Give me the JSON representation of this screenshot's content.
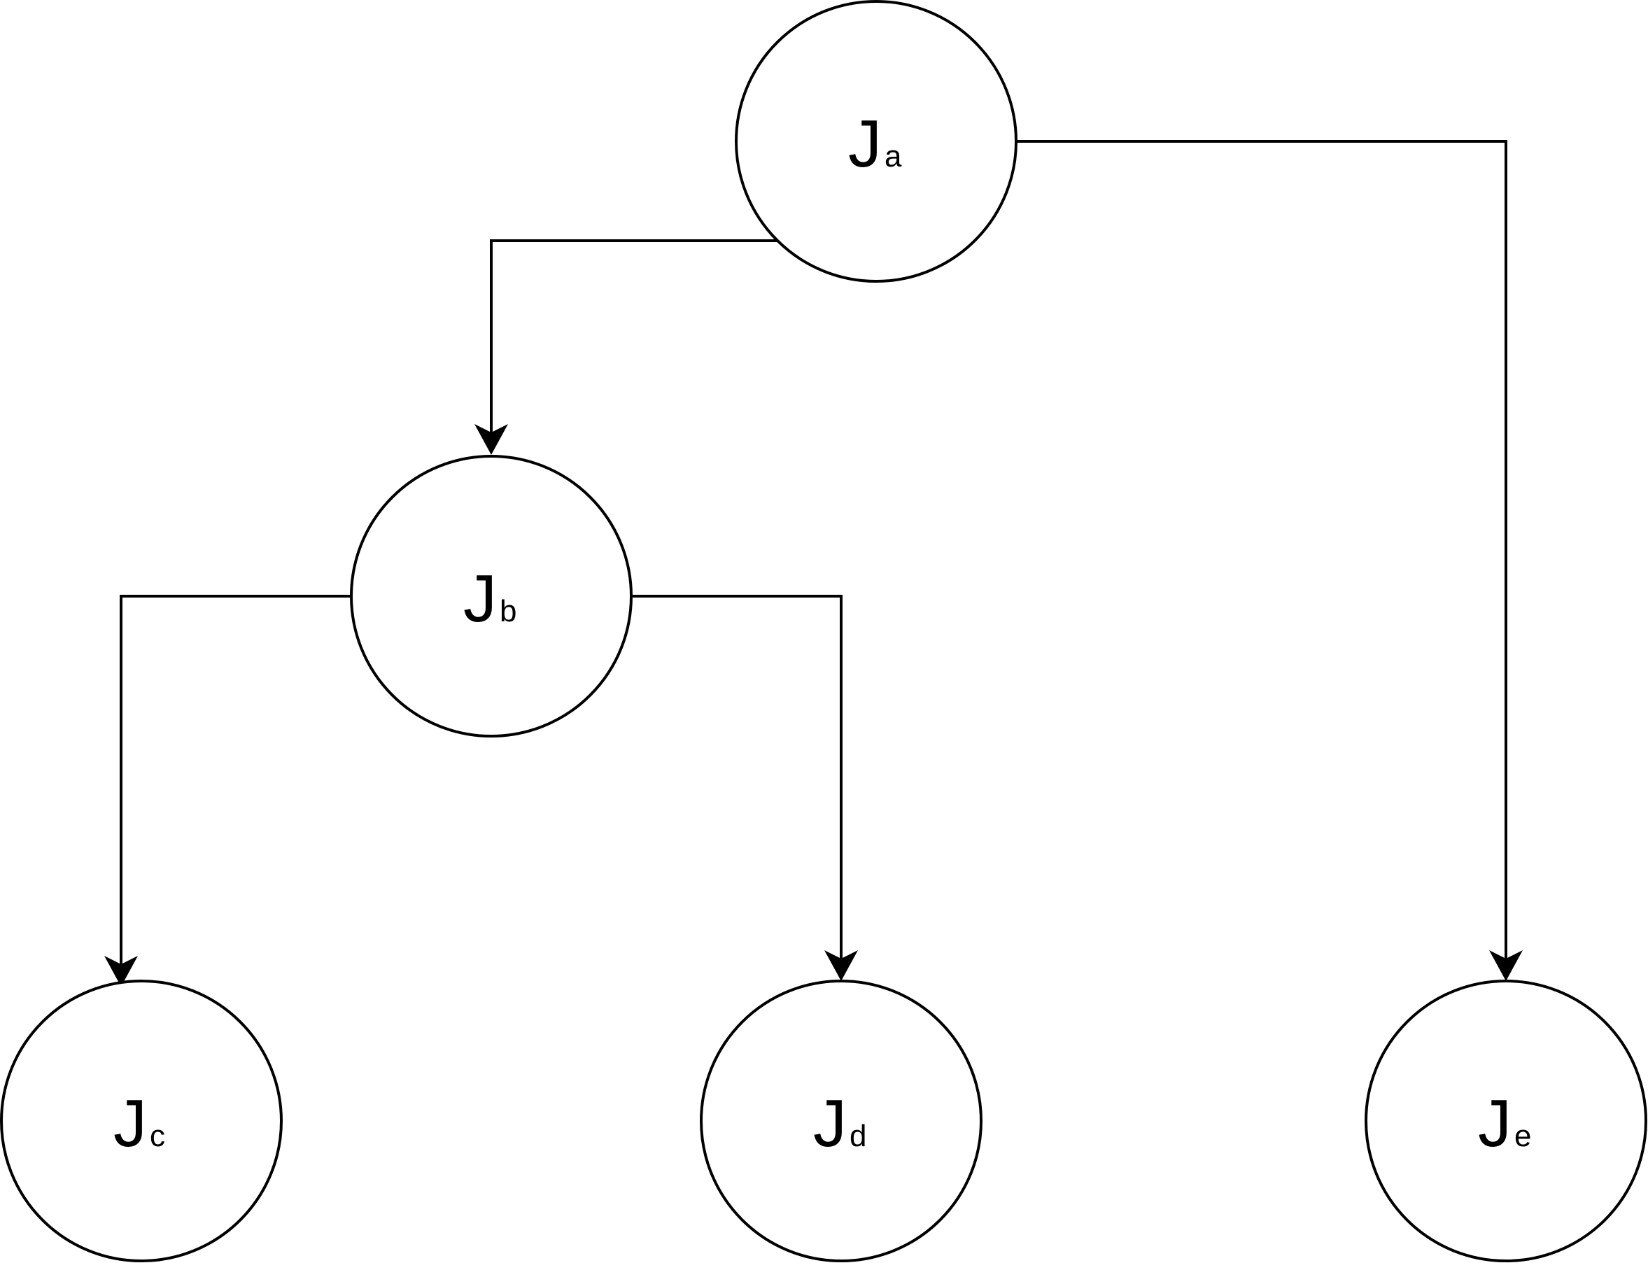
{
  "nodes": {
    "a": {
      "main": "J",
      "sub": "a"
    },
    "b": {
      "main": "J",
      "sub": "b"
    },
    "c": {
      "main": "J",
      "sub": "c"
    },
    "d": {
      "main": "J",
      "sub": "d"
    },
    "e": {
      "main": "J",
      "sub": "e"
    }
  },
  "edges": [
    {
      "from": "a",
      "to": "b"
    },
    {
      "from": "a",
      "to": "e"
    },
    {
      "from": "b",
      "to": "c"
    },
    {
      "from": "b",
      "to": "d"
    }
  ],
  "colors": {
    "stroke": "#000000",
    "background": "#ffffff"
  }
}
